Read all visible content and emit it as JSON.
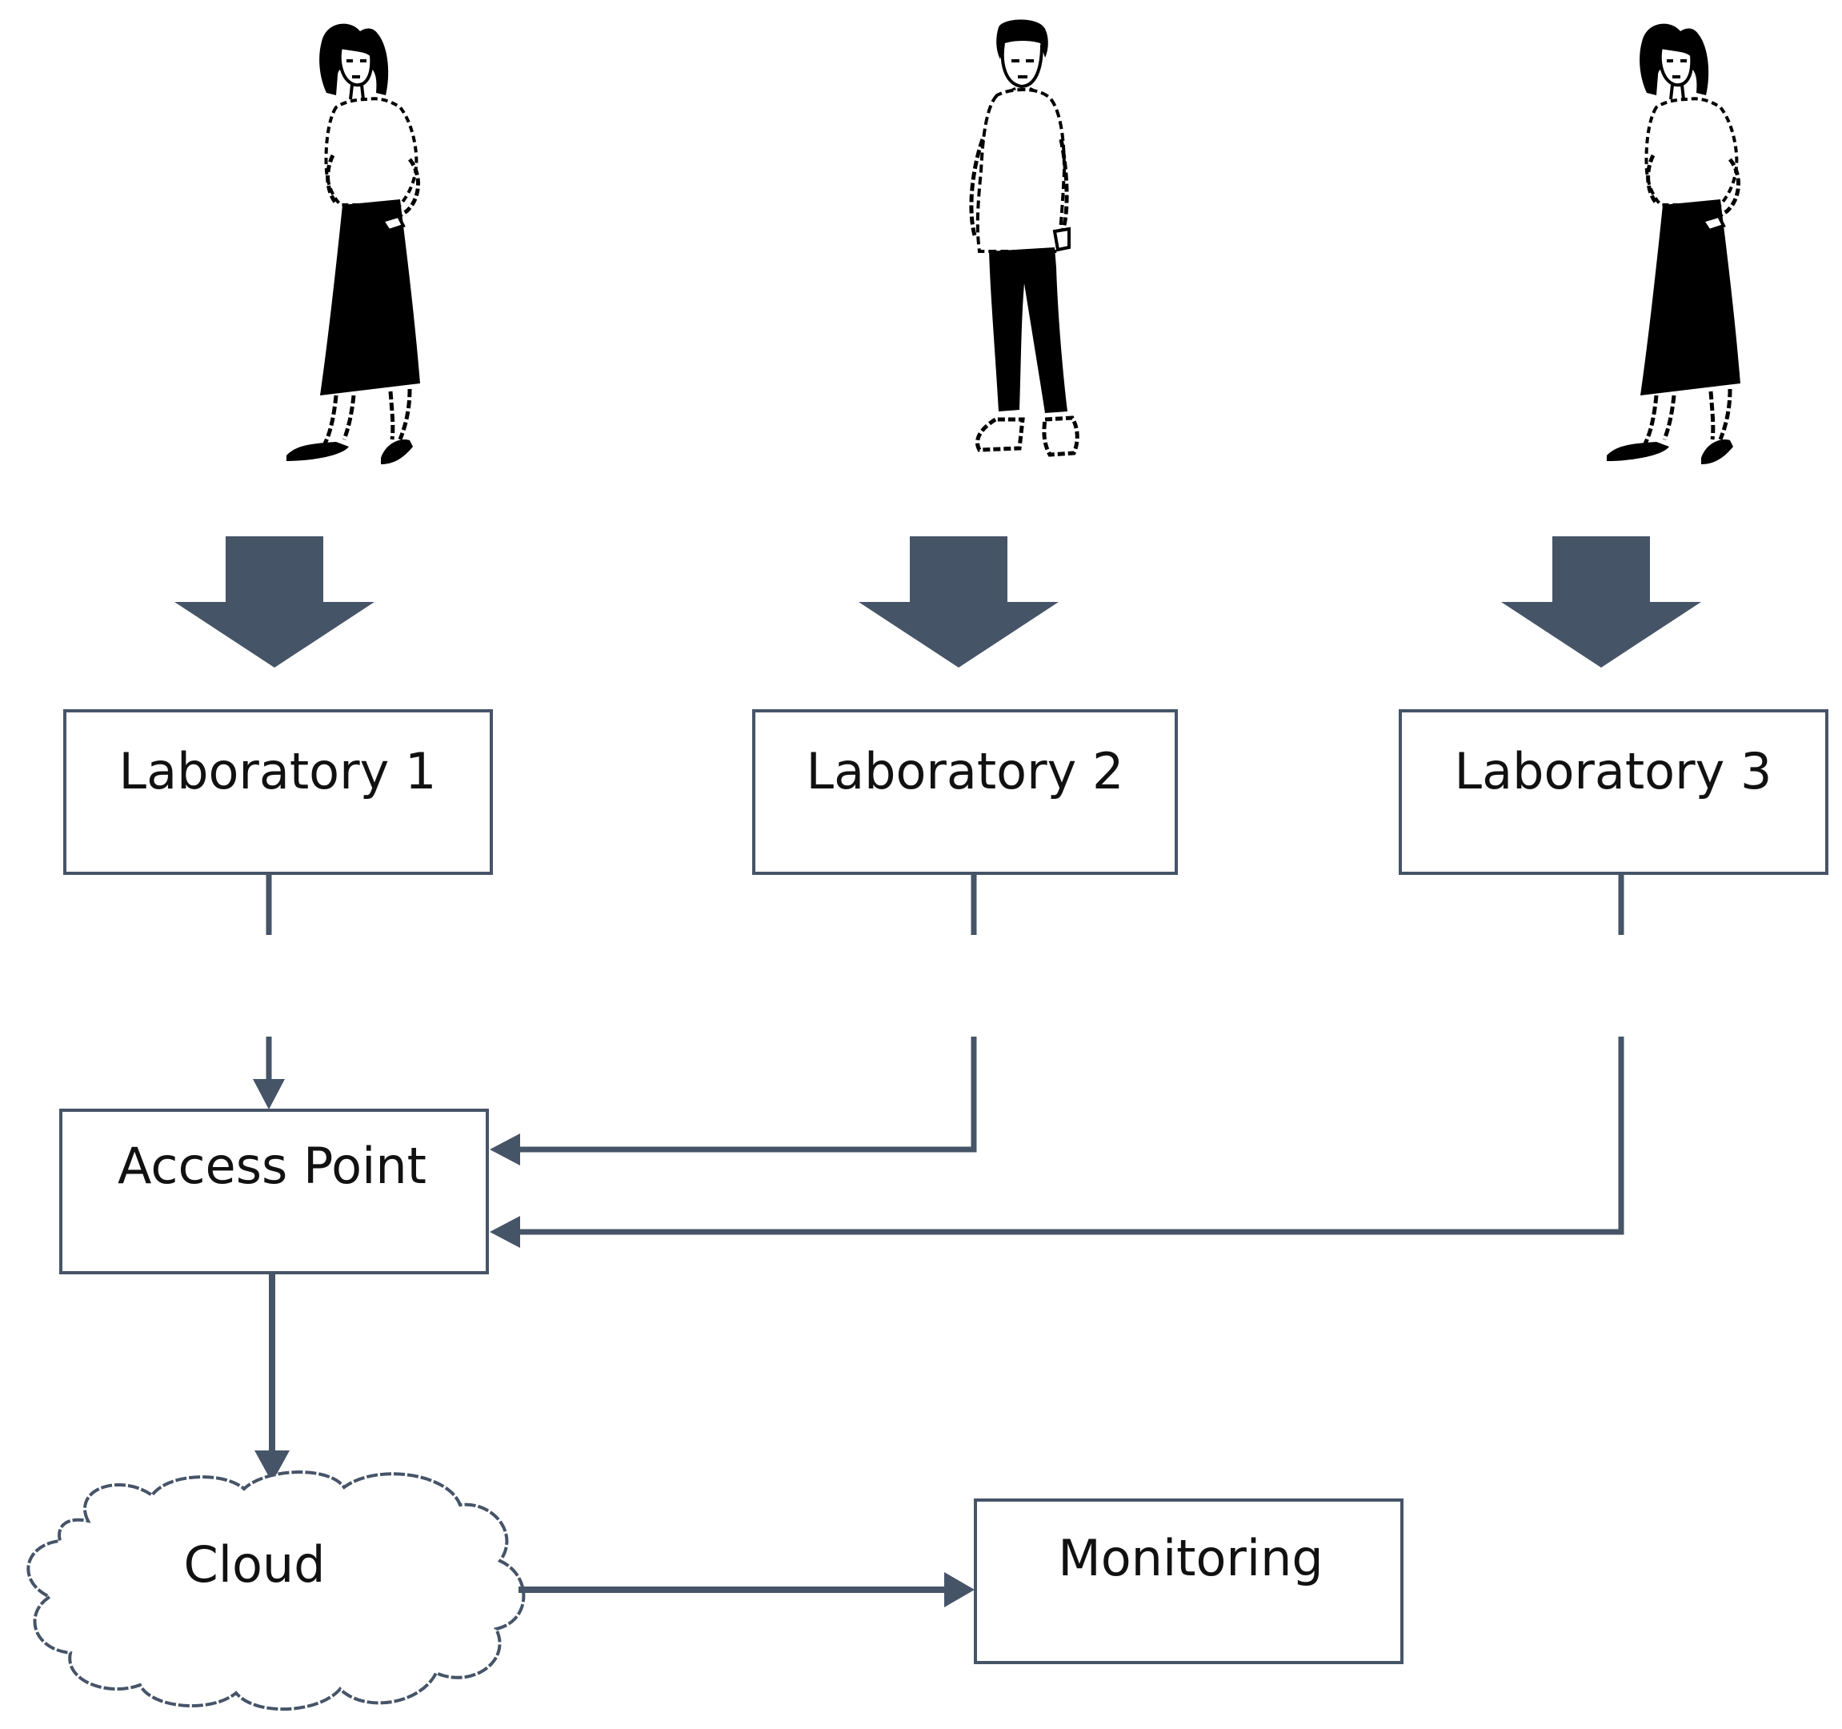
{
  "colors": {
    "line": "#465468",
    "box_border": "#465468",
    "figure": "#000000",
    "background": "#ffffff"
  },
  "figures": [
    {
      "name": "woman-figure",
      "icon": "woman-standing-icon"
    },
    {
      "name": "man-figure",
      "icon": "man-standing-icon"
    },
    {
      "name": "woman-figure",
      "icon": "woman-standing-icon"
    }
  ],
  "nodes": {
    "lab1": "Laboratory 1",
    "lab2": "Laboratory 2",
    "lab3": "Laboratory 3",
    "access_point": "Access Point",
    "cloud": "Cloud",
    "monitoring": "Monitoring"
  }
}
